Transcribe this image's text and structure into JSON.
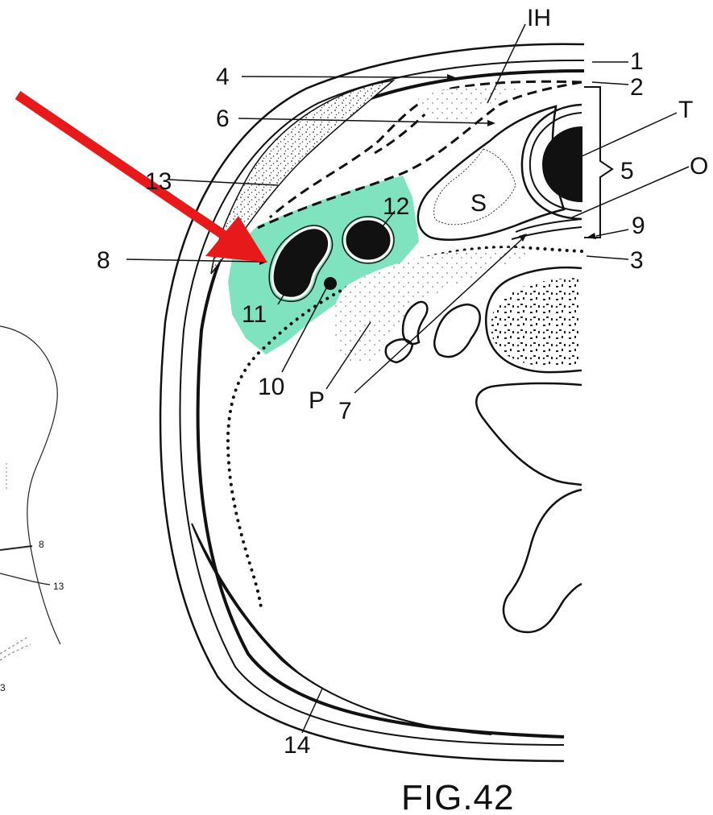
{
  "labels": {
    "ih": "IH",
    "n1": "1",
    "n2": "2",
    "n3": "3",
    "n4": "4",
    "n5": "5",
    "n6": "6",
    "n7": "7",
    "n8": "8",
    "n9": "9",
    "n10": "10",
    "n11": "11",
    "n12": "12",
    "n13": "13",
    "n14": "14",
    "t": "T",
    "o": "O",
    "s": "S",
    "p": "P"
  },
  "inset": {
    "n8": "8",
    "n13": "13",
    "n3": "3"
  },
  "caption": "FIG.42",
  "colors": {
    "highlight": "#7fe3c0",
    "arrow": "#e8191a",
    "ink": "#111111"
  }
}
